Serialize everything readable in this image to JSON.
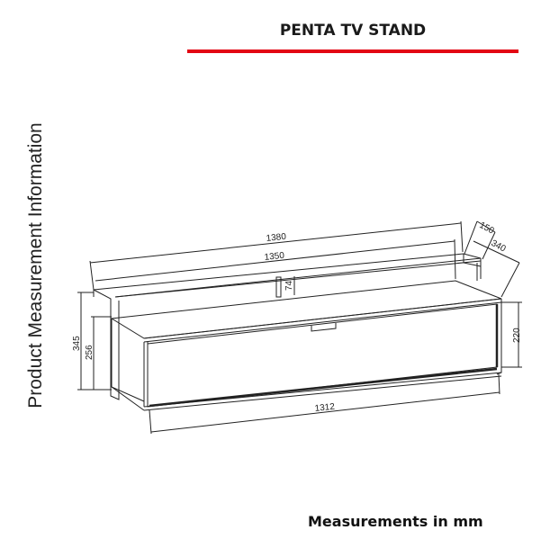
{
  "header": {
    "title": "PENTA TV STAND",
    "rule_color": "#e30613"
  },
  "side_label": "Product Measurement Information",
  "footer": "Measurements in mm",
  "drawing": {
    "subject": "TV stand isometric line drawing",
    "dimensions": {
      "overall_width": "1380",
      "top_width": "1350",
      "back_panel_height": "74",
      "top_depth": "150",
      "overall_depth": "340",
      "overall_height": "345",
      "cabinet_height_left": "256",
      "cabinet_height_right": "220",
      "bottom_width": "1312"
    }
  }
}
